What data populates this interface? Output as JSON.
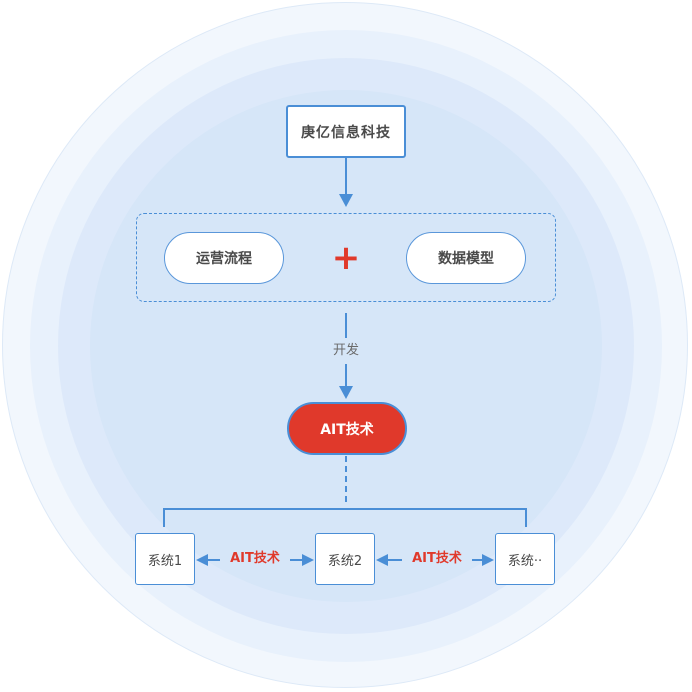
{
  "company": "庚亿信息科技",
  "group": {
    "left_label": "运营流程",
    "plus": "+",
    "right_label": "数据模型"
  },
  "develop_label": "开发",
  "ait_core": "AIT技术",
  "systems": [
    "系统1",
    "系统2",
    "系统··"
  ],
  "links": [
    "AIT技术",
    "AIT技术"
  ],
  "colors": {
    "accent_blue": "#4a8ed6",
    "accent_red": "#e0392b",
    "background_ring": "#d6e6f8"
  }
}
